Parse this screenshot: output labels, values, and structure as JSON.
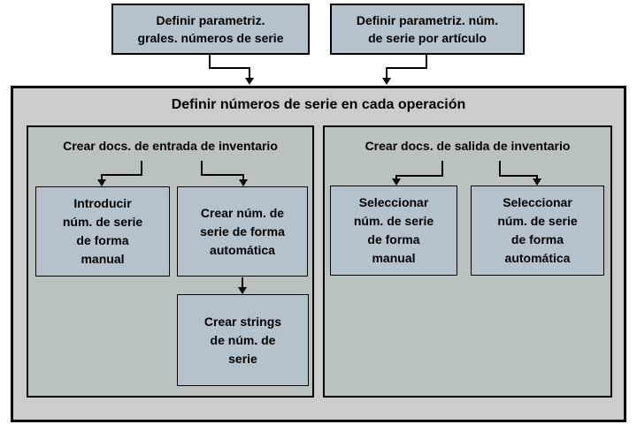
{
  "colors": {
    "page-bg": "#ffffff",
    "container-fill": "#cccccc",
    "panel-fill": "#b9c2bc",
    "box-fill": "#b5c2cc",
    "line": "#000000"
  },
  "diagram": {
    "top_boxes": [
      {
        "label": "Definir parametriz.\ngrales. números de serie"
      },
      {
        "label": "Definir parametriz. núm.\nde serie por artículo"
      }
    ],
    "container": {
      "title": "Definir números de serie en cada operación",
      "panels": [
        {
          "heading": "Crear docs. de entrada de inventario",
          "boxes": [
            {
              "label": "Introducir\nnúm. de serie\nde forma\nmanual"
            },
            {
              "label": "Crear núm. de\nserie de forma\nautomática"
            },
            {
              "label": "Crear strings\nde núm. de\nserie"
            }
          ]
        },
        {
          "heading": "Crear docs. de salida de inventario",
          "boxes": [
            {
              "label": "Seleccionar\nnúm. de serie\nde forma\nmanual"
            },
            {
              "label": "Seleccionar\nnúm. de serie\nde forma\nautomática"
            }
          ]
        }
      ]
    }
  }
}
